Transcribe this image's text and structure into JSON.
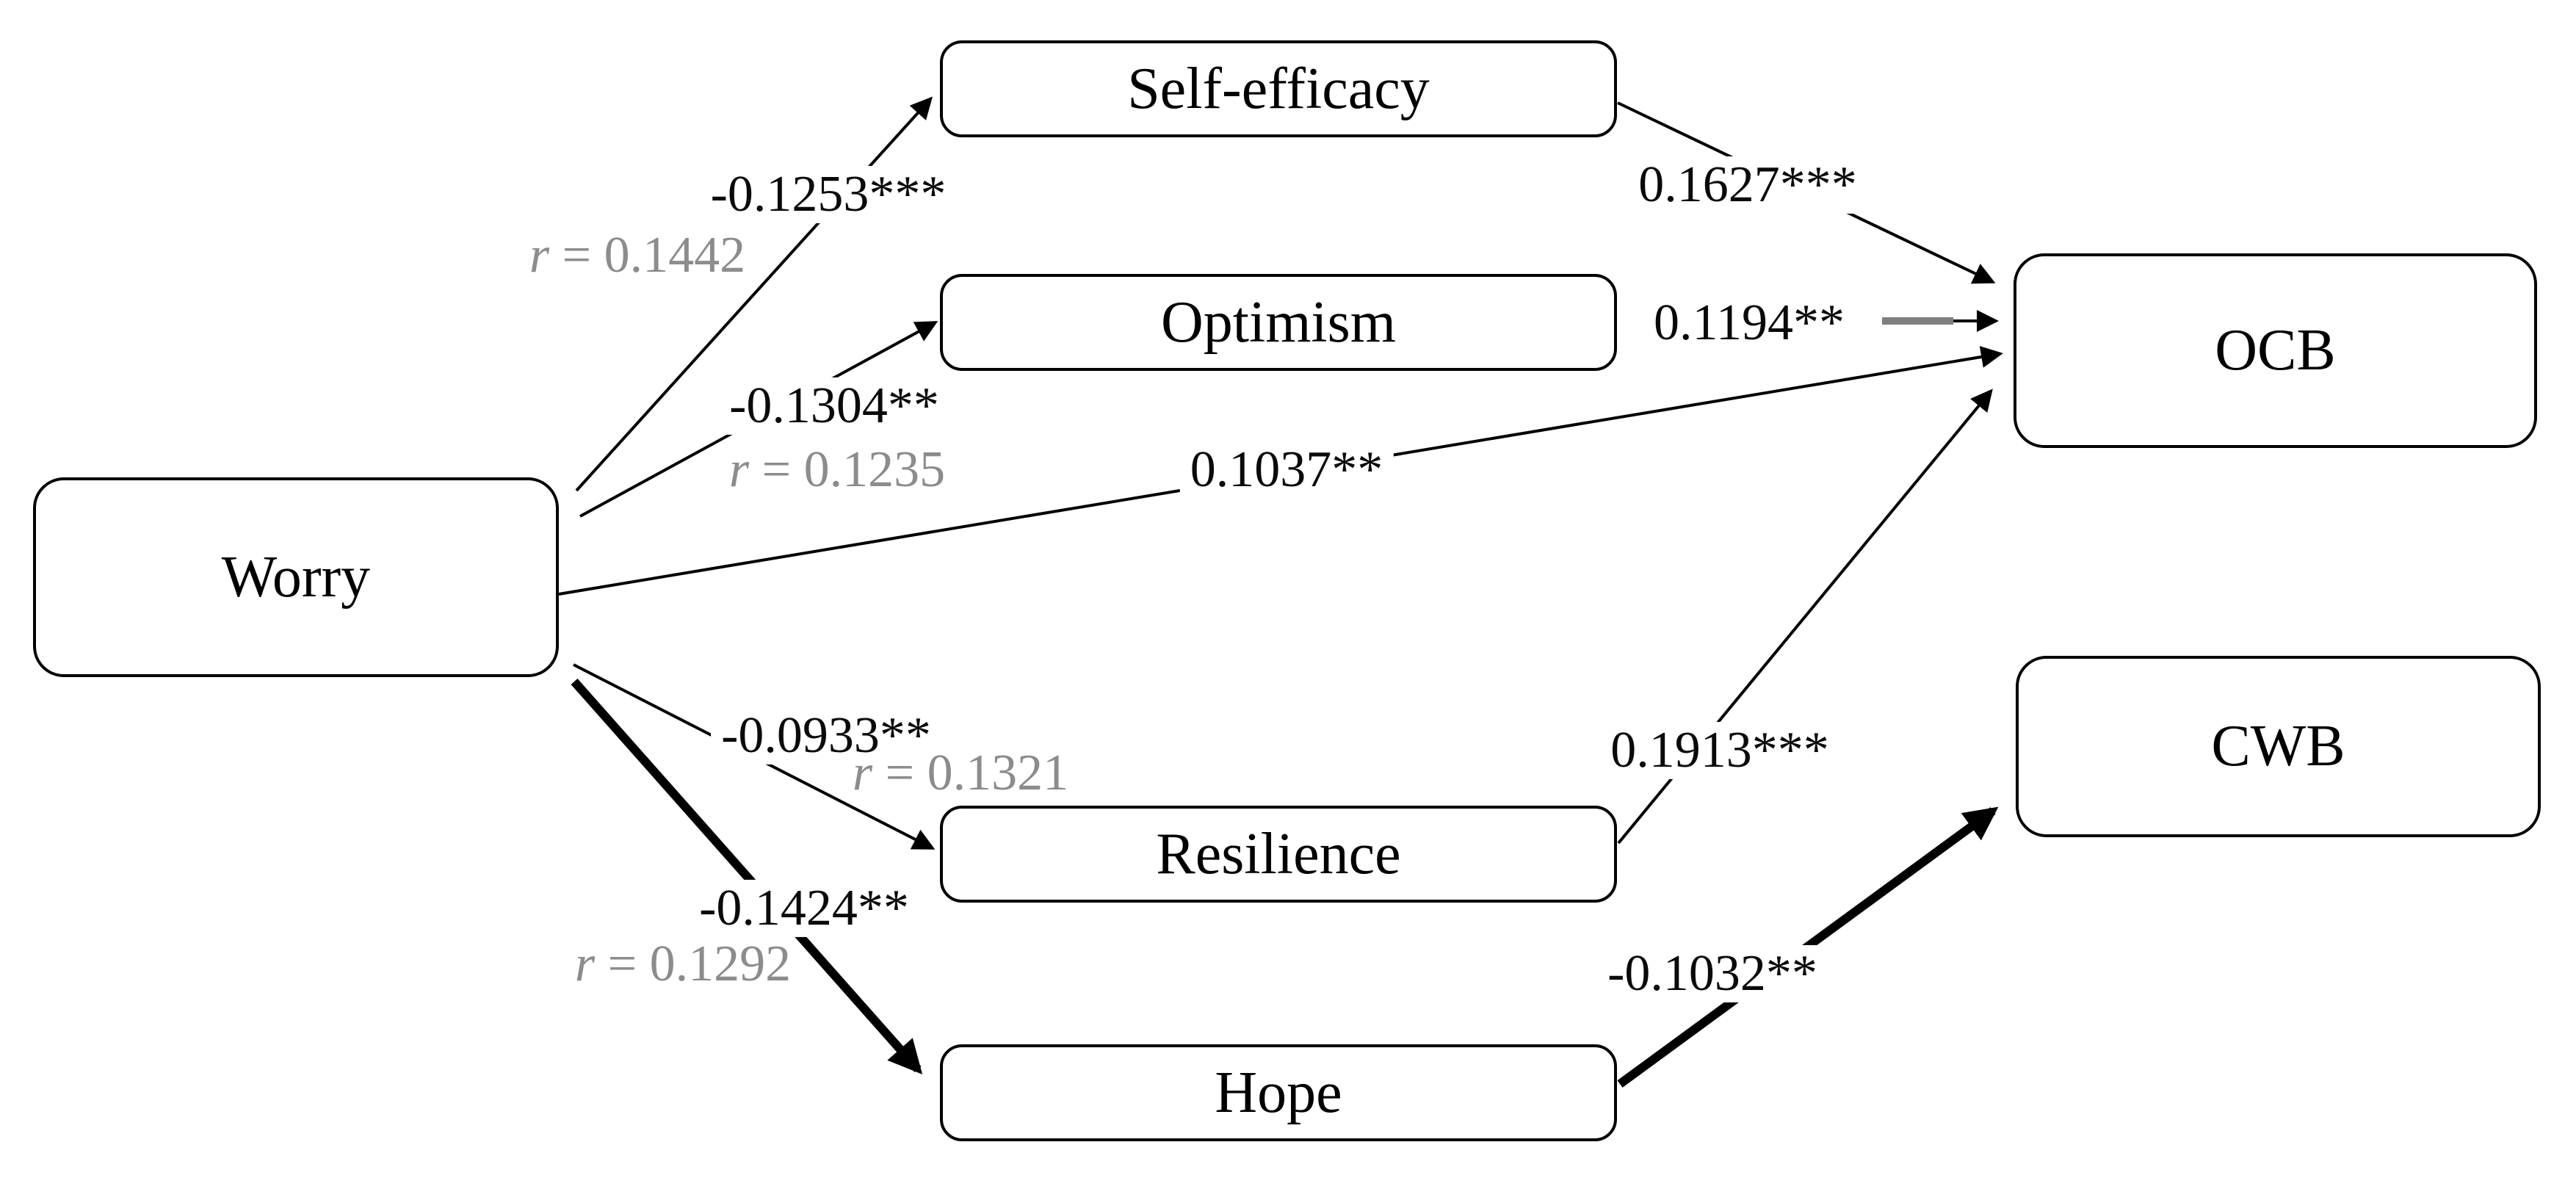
{
  "figure": {
    "type": "path-diagram",
    "background_color": "#ffffff",
    "line_color": "#000000",
    "gray_label_color": "#8c8c8c",
    "gray_arrow_segment_color": "#7f7f7f"
  },
  "nodes": {
    "worry": {
      "label": "Worry"
    },
    "selfefficacy": {
      "label": "Self-efficacy"
    },
    "optimism": {
      "label": "Optimism"
    },
    "resilience": {
      "label": "Resilience"
    },
    "hope": {
      "label": "Hope"
    },
    "ocb": {
      "label": "OCB"
    },
    "cwb": {
      "label": "CWB"
    }
  },
  "edges": [
    {
      "from": "Worry",
      "to": "Self-efficacy",
      "coef": "-0.1253***",
      "r": "r = 0.1442",
      "weight": "thin"
    },
    {
      "from": "Worry",
      "to": "Optimism",
      "coef": "-0.1304**",
      "r": "r = 0.1235",
      "weight": "thin"
    },
    {
      "from": "Worry",
      "to": "OCB",
      "coef": "0.1037**",
      "weight": "thin"
    },
    {
      "from": "Worry",
      "to": "Resilience",
      "coef": "-0.0933**",
      "r": "r = 0.1321",
      "weight": "thin"
    },
    {
      "from": "Worry",
      "to": "Hope",
      "coef": "-0.1424**",
      "r": "r = 0.1292",
      "weight": "thick"
    },
    {
      "from": "Self-efficacy",
      "to": "OCB",
      "coef": "0.1627***",
      "weight": "thin"
    },
    {
      "from": "Optimism",
      "to": "OCB",
      "coef": "0.1194**",
      "weight": "thin"
    },
    {
      "from": "Resilience",
      "to": "OCB",
      "coef": "0.1913***",
      "weight": "thin"
    },
    {
      "from": "Hope",
      "to": "CWB",
      "coef": "-0.1032**",
      "weight": "thick"
    }
  ]
}
